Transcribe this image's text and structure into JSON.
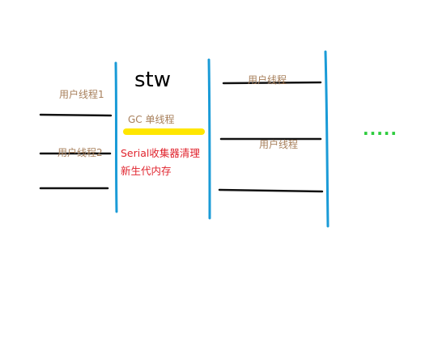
{
  "labels": {
    "stw": "stw",
    "user_thread_1": "用户线程1",
    "user_thread_2": "用户线程2",
    "gc_single_thread": "GC 单线程",
    "serial_line1": "Serial收集器清理",
    "serial_line2": "新生代内存",
    "user_thread_top": "用户线程",
    "user_thread_mid": "用户线程",
    "ellipsis": "....."
  },
  "colors": {
    "divider": "#1a9bd7",
    "thread_line": "#111111",
    "gc_bar": "#ffe600",
    "label_brown": "#a8805c",
    "label_red": "#e0242e",
    "ellipsis_green": "#2ecc3e"
  }
}
